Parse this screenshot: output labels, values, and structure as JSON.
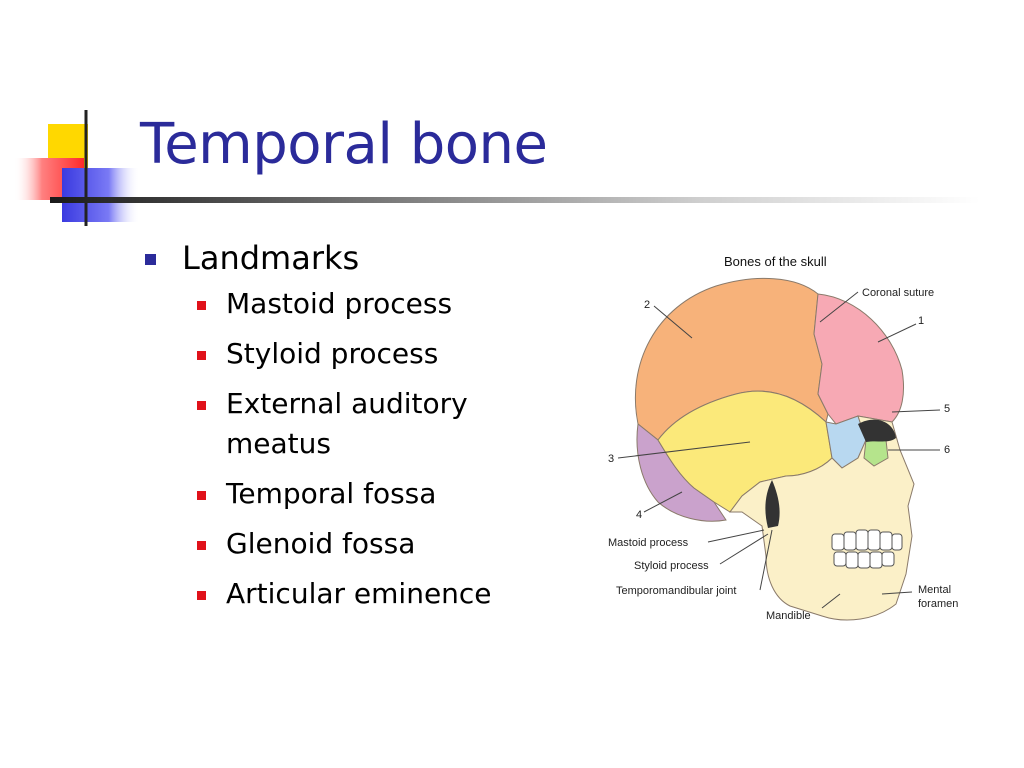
{
  "slide": {
    "title": "Temporal bone",
    "bullet": "Landmarks",
    "sub_items": [
      "Mastoid process",
      "Styloid process",
      "External auditory meatus",
      "Temporal fossa",
      "Glenoid fossa",
      "Articular eminence"
    ]
  },
  "figure": {
    "title": "Bones of the skull",
    "labels": {
      "coronal": "Coronal suture",
      "n1": "1",
      "n2": "2",
      "n3": "3",
      "n4": "4",
      "n5": "5",
      "n6": "6",
      "mastoid": "Mastoid process",
      "styloid": "Styloid process",
      "tmj": "Temporomandibular joint",
      "mandible": "Mandible",
      "mental1": "Mental",
      "mental2": "foramen"
    },
    "colors": {
      "parietal": "#f7b27a",
      "frontal": "#f7a9b4",
      "temporal": "#fbe97a",
      "occipital": "#caa2cc",
      "sphenoid": "#b8d8f0",
      "facial": "#fbf0c8",
      "nasal": "#b5e48c"
    }
  },
  "decor": {
    "accent_blue": "#2b2b9a",
    "accent_red": "#e0111a",
    "accent_yellow": "#ffd800"
  }
}
